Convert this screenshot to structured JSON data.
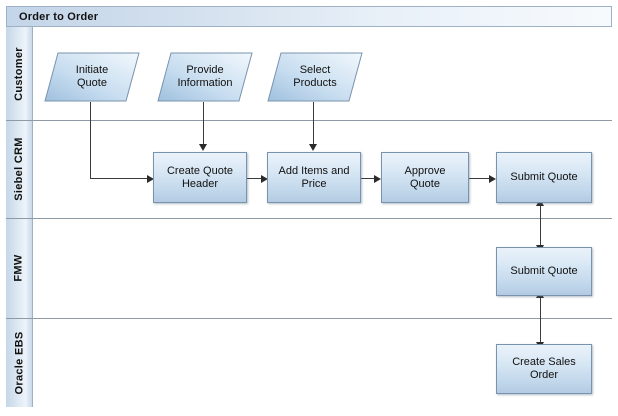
{
  "diagram": {
    "title": "Order to Order",
    "colors": {
      "node_border": "#7a93ad",
      "node_fill_top": "#eaf2fa",
      "node_fill_bottom": "#b3cbe3",
      "lane_header_fill": "#dce8f3",
      "title_bar_fill": "#c3d5e8",
      "connector": "#3a3a3a",
      "frame_border": "#b6bfc9"
    },
    "lanes": [
      {
        "label": "Customer"
      },
      {
        "label": "Siebel CRM"
      },
      {
        "label": "FMW"
      },
      {
        "label": "Oracle EBS"
      }
    ],
    "nodes": [
      {
        "id": "initiate-quote",
        "label": "Initiate\nQuote",
        "shape": "parallelogram",
        "lane": "Customer"
      },
      {
        "id": "provide-information",
        "label": "Provide\nInformation",
        "shape": "parallelogram",
        "lane": "Customer"
      },
      {
        "id": "select-products",
        "label": "Select\nProducts",
        "shape": "parallelogram",
        "lane": "Customer"
      },
      {
        "id": "create-quote-header",
        "label": "Create Quote\nHeader",
        "shape": "rectangle",
        "lane": "Siebel CRM"
      },
      {
        "id": "add-items-and-price",
        "label": "Add Items and\nPrice",
        "shape": "rectangle",
        "lane": "Siebel CRM"
      },
      {
        "id": "approve-quote",
        "label": "Approve\nQuote",
        "shape": "rectangle",
        "lane": "Siebel CRM"
      },
      {
        "id": "submit-quote-crm",
        "label": "Submit Quote",
        "shape": "rectangle",
        "lane": "Siebel CRM"
      },
      {
        "id": "submit-quote-fmw",
        "label": "Submit Quote",
        "shape": "rectangle",
        "lane": "FMW"
      },
      {
        "id": "create-sales-order",
        "label": "Create Sales\nOrder",
        "shape": "rectangle",
        "lane": "Oracle EBS"
      }
    ],
    "node_labels": {
      "initiate_quote_l1": "Initiate",
      "initiate_quote_l2": "Quote",
      "provide_information_l1": "Provide",
      "provide_information_l2": "Information",
      "select_products_l1": "Select",
      "select_products_l2": "Products",
      "create_quote_header_l1": "Create Quote",
      "create_quote_header_l2": "Header",
      "add_items_and_price_l1": "Add Items and",
      "add_items_and_price_l2": "Price",
      "approve_quote_l1": "Approve",
      "approve_quote_l2": "Quote",
      "submit_quote_crm": "Submit Quote",
      "submit_quote_fmw": "Submit Quote",
      "create_sales_order_l1": "Create Sales",
      "create_sales_order_l2": "Order"
    },
    "edges": [
      {
        "from": "initiate-quote",
        "to": "create-quote-header",
        "style": "elbow",
        "direction": "one-way"
      },
      {
        "from": "provide-information",
        "to": "create-quote-header",
        "style": "straight",
        "direction": "one-way"
      },
      {
        "from": "select-products",
        "to": "add-items-and-price",
        "style": "straight",
        "direction": "one-way"
      },
      {
        "from": "create-quote-header",
        "to": "add-items-and-price",
        "style": "straight",
        "direction": "one-way"
      },
      {
        "from": "add-items-and-price",
        "to": "approve-quote",
        "style": "straight",
        "direction": "one-way"
      },
      {
        "from": "approve-quote",
        "to": "submit-quote-crm",
        "style": "straight",
        "direction": "one-way"
      },
      {
        "from": "submit-quote-crm",
        "to": "submit-quote-fmw",
        "style": "straight",
        "direction": "two-way"
      },
      {
        "from": "submit-quote-fmw",
        "to": "create-sales-order",
        "style": "straight",
        "direction": "two-way"
      }
    ]
  }
}
